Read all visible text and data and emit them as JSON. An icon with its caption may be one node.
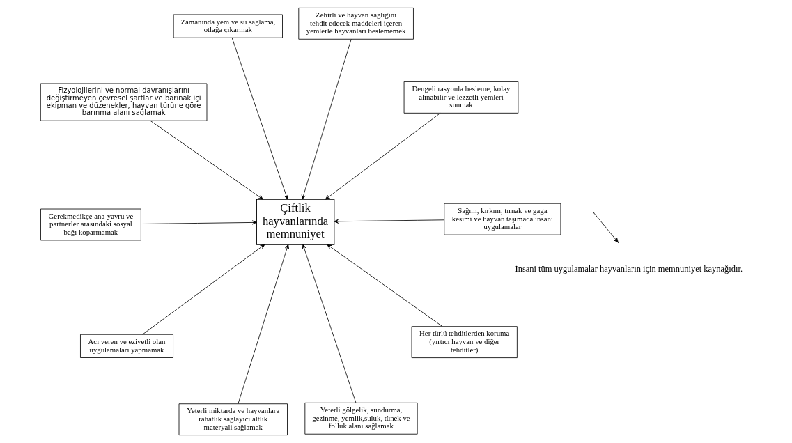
{
  "diagram": {
    "nodes": [
      {
        "text": [
          "Fizyolojilerini ve normal davranışlarını değiştirmeyen çevresel şartlar ve barınak içi ekipman ve düzenekler, hayvan türüne göre barınma alanı sağlamak"
        ]
      },
      {
        "text": [
          "Dengeli rasyonla besleme, kolay alınabilir ve lezzetli yemleri sunmak"
        ]
      },
      {
        "text": [
          "Yeterli miktarda ve hayvanlara rahatlık sağlayıcı altlık materyali sağlamak"
        ]
      },
      {
        "text": [
          "Zamanında yem ve su sağlama, otlağa çıkarmak"
        ]
      },
      {
        "text": [
          "Zehirli ve hayvan sağlığını tehdit edecek maddeleri içeren yemlerle hayvanları beslememek"
        ]
      },
      {
        "text": [
          "Çiftlik hayvanlarında memnuniyet"
        ]
      },
      {
        "text": [
          "Acı veren ve eziyetli olan uygulamaları yapmamak"
        ]
      },
      {
        "text": [
          "Sağım, kırkım, tırnak ve gaga kesimi ve hayvan taşımada insani uygulamalar"
        ]
      },
      {
        "text": [
          "Gerekmedikçe ana-yavru ve partnerler arasındaki sosyal bağı koparmamak"
        ]
      },
      {
        "text": [
          "Her türlü tehditlerden koruma (yırtıcı hayvan ve diğer tehditler)"
        ]
      },
      {
        "text": [
          "Yeterli gölgelik, sundurma, gezinme, yemlik,suluk, tünek ve folluk alanı sağlamak"
        ]
      }
    ],
    "edges": [
      {
        "from": 0,
        "to": 5,
        "arrow": "to"
      },
      {
        "from": 1,
        "to": 5,
        "arrow": "to"
      },
      {
        "from": 2,
        "to": 5,
        "arrow": "to"
      },
      {
        "from": 3,
        "to": 5,
        "arrow": "to"
      },
      {
        "from": 4,
        "to": 5,
        "arrow": "to"
      },
      {
        "from": 6,
        "to": 5,
        "arrow": "to"
      },
      {
        "from": 7,
        "to": 5,
        "arrow": "to"
      },
      {
        "from": 8,
        "to": 5,
        "arrow": "to"
      },
      {
        "from": 9,
        "to": 5,
        "arrow": "to"
      },
      {
        "from": 10,
        "to": 5,
        "arrow": "to"
      }
    ],
    "legend": [
      {
        "text": "İnsani tüm uygulamalar hayvanların için memnuniyet kaynağıdır."
      }
    ]
  }
}
